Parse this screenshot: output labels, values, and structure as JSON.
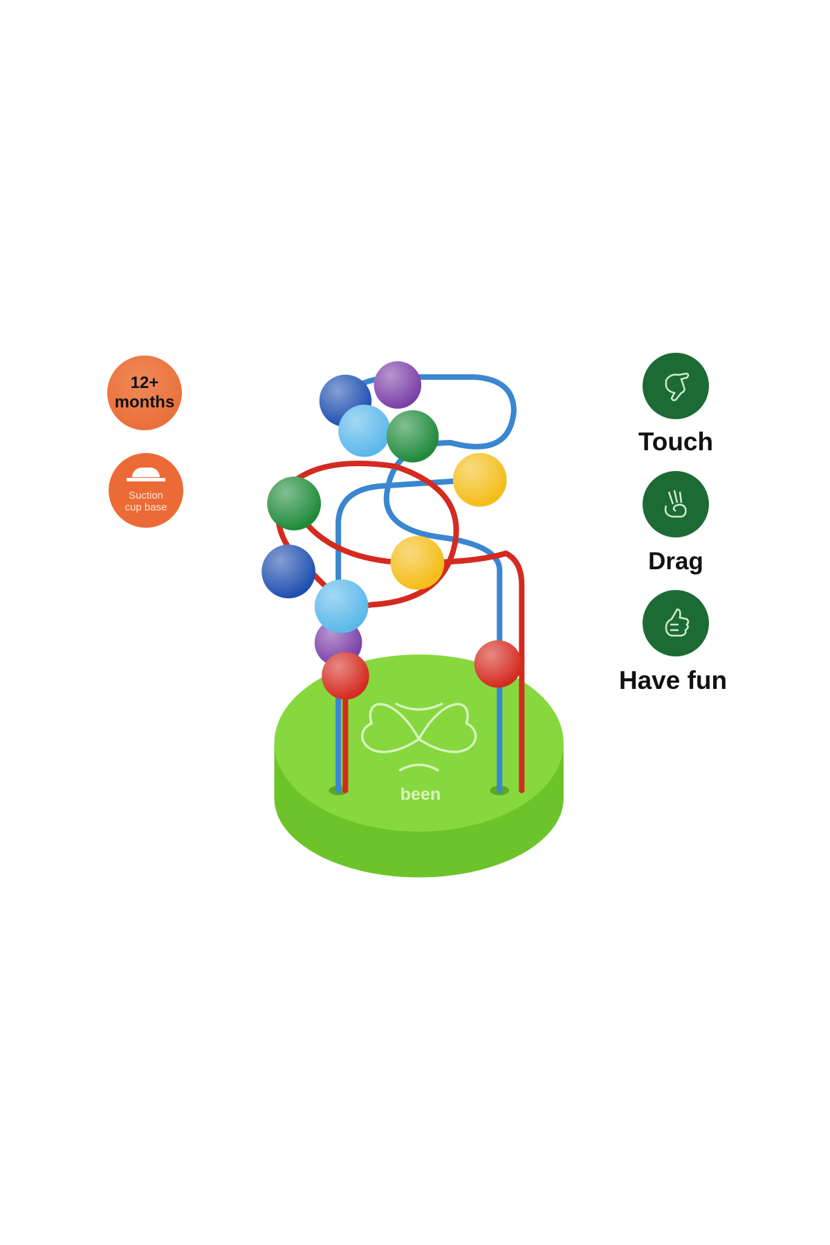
{
  "badges": {
    "age": {
      "line1": "12+",
      "line2": "months"
    },
    "suction": {
      "line1": "Suction",
      "line2": "cup base"
    }
  },
  "actions": [
    {
      "label": "Touch",
      "icon": "pointing-hand-icon"
    },
    {
      "label": "Drag",
      "icon": "ok-hand-icon"
    },
    {
      "label": "Have fun",
      "icon": "thumbs-up-icon"
    }
  ],
  "product": {
    "logo_text": "been"
  },
  "colors": {
    "orange": "#ec6a35",
    "green": "#1c6b34",
    "base": "#7fd23a"
  }
}
